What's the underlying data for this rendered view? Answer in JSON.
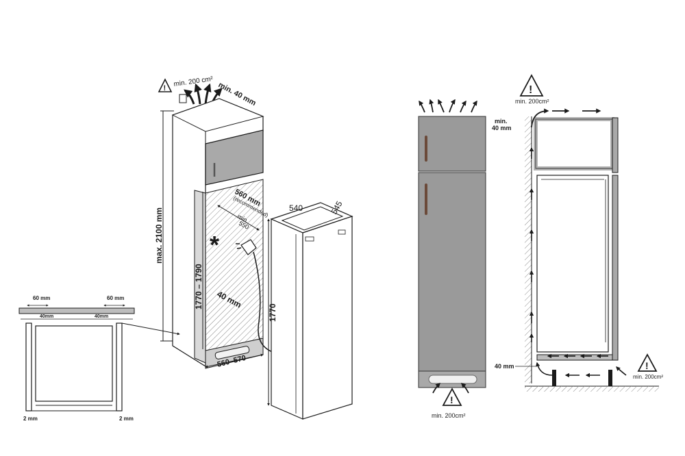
{
  "left_diagram": {
    "top_vent_area": "min. 200 cm²",
    "top_gap": "min. 40 mm",
    "max_height": "max. 2100 mm",
    "niche_height": "1770 – 1790",
    "depth_recommended": "560 mm",
    "depth_recommended_note": "(recommended)",
    "depth_min_label": "min.",
    "depth_min_value": "550",
    "back_gap": "40 mm",
    "niche_width": "560–570",
    "asterisk": "*",
    "appliance_width": "540",
    "appliance_depth": "545",
    "appliance_height": "1770"
  },
  "section_inset": {
    "left_margin": "60 mm",
    "right_margin": "60 mm",
    "left_inner": "40mm",
    "right_inner": "40mm",
    "left_side_gap": "2 mm",
    "right_side_gap": "2 mm"
  },
  "right_diagram": {
    "top_vent_area": "min. 200cm²",
    "top_gap_label": "min.",
    "top_gap_value": "40 mm",
    "bottom_gap": "40 mm",
    "bottom_vent_area_right": "min. 200cm²",
    "bottom_vent_area_front": "min. 200cm²"
  },
  "colors": {
    "line": "#1a1a1a",
    "panel_gray": "#a9a9a9",
    "door_gray": "#9a9a9a",
    "handle": "#6b4a3a",
    "light_gray": "#d9d9d9"
  }
}
